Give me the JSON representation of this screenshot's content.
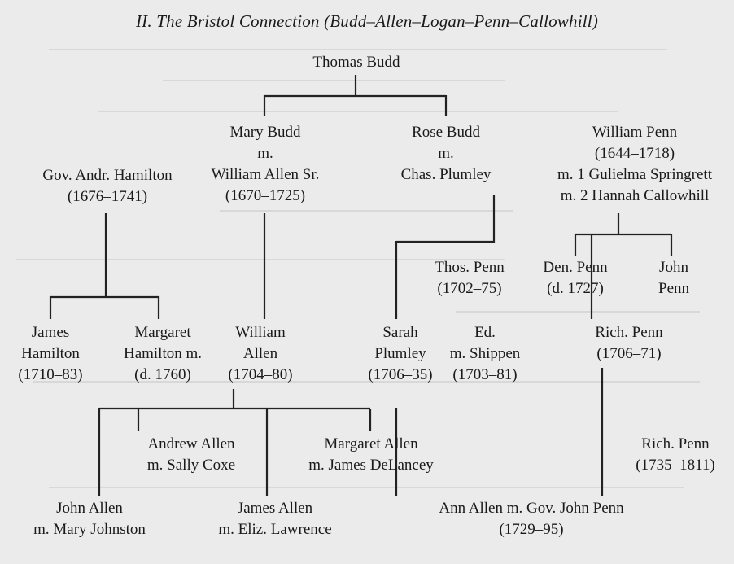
{
  "title": "II. The Bristol Connection (Budd–Allen–Logan–Penn–Callowhill)",
  "people": {
    "thomas_budd": [
      "Thomas Budd"
    ],
    "mary_budd": [
      "Mary Budd",
      "m.",
      "William Allen Sr.",
      "(1670–1725)"
    ],
    "rose_budd": [
      "Rose Budd",
      "m.",
      "Chas. Plumley"
    ],
    "william_penn": [
      "William Penn",
      "(1644–1718)",
      "m. 1 Gulielma Springrett",
      "m. 2 Hannah Callowhill"
    ],
    "hamilton": [
      "Gov. Andr. Hamilton",
      "(1676–1741)"
    ],
    "thos_penn": [
      "Thos. Penn",
      "(1702–75)"
    ],
    "den_penn": [
      "Den. Penn",
      "(d. 1727)"
    ],
    "john_penn": [
      "John",
      "Penn"
    ],
    "james_hamilton": [
      "James",
      "Hamilton",
      "(1710–83)"
    ],
    "margaret_hamilton": [
      "Margaret",
      "Hamilton m.",
      "(d. 1760)"
    ],
    "william_allen": [
      "William",
      "Allen",
      "(1704–80)"
    ],
    "sarah_plumley": [
      "Sarah",
      "Plumley",
      "(1706–35)"
    ],
    "ed_shippen": [
      "Ed.",
      "m. Shippen",
      "(1703–81)"
    ],
    "rich_penn": [
      "Rich. Penn",
      "(1706–71)"
    ],
    "andrew_allen": [
      "Andrew Allen",
      "m. Sally Coxe"
    ],
    "margaret_allen": [
      "Margaret Allen",
      "m. James DeLancey"
    ],
    "rich_penn_jr": [
      "Rich. Penn",
      "(1735–1811)"
    ],
    "john_allen": [
      "John Allen",
      "m. Mary Johnston"
    ],
    "james_allen": [
      "James Allen",
      "m. Eliz. Lawrence"
    ],
    "ann_allen": [
      "Ann Allen m. Gov. John Penn",
      "(1729–95)"
    ]
  }
}
